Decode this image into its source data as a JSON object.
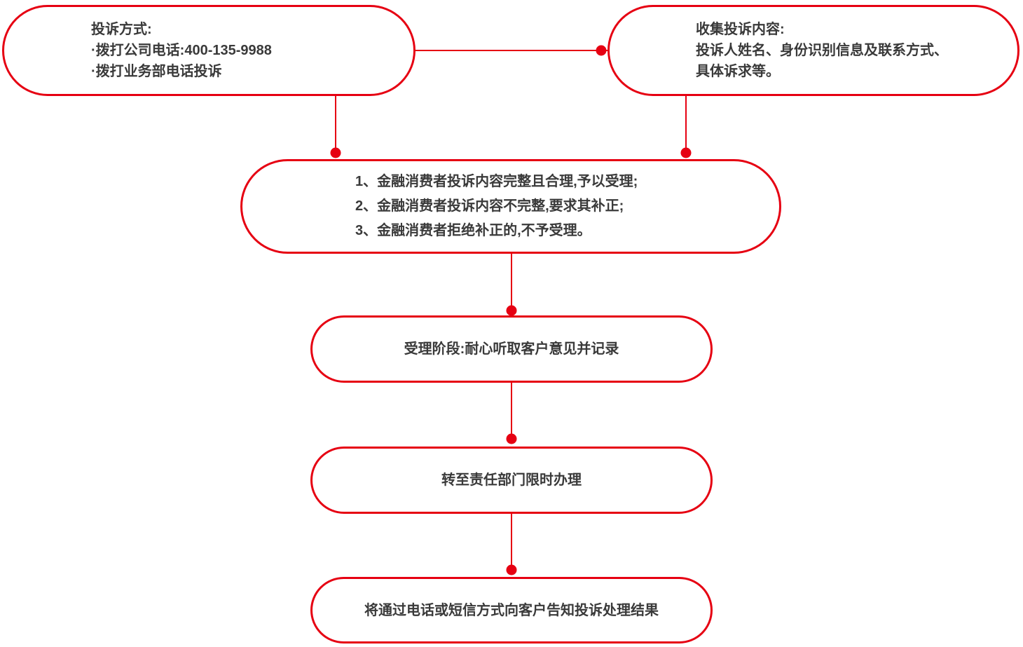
{
  "colors": {
    "accent_red": "#e60012",
    "text": "#3a3a3a",
    "background": "#ffffff"
  },
  "flowchart": {
    "type": "complaint-handling-process",
    "nodes": [
      {
        "id": "complaint-methods",
        "align": "left",
        "lines": [
          "投诉方式:",
          "·拨打公司电话:400-135-9988",
          "·拨打业务部电话投诉"
        ]
      },
      {
        "id": "collect-content",
        "align": "left",
        "lines": [
          "收集投诉内容:",
          "投诉人姓名、身份识别信息及联系方式、",
          "具体诉求等。"
        ]
      },
      {
        "id": "acceptance-rules",
        "align": "left",
        "lines": [
          "1、金融消费者投诉内容完整且合理,予以受理;",
          "2、金融消费者投诉内容不完整,要求其补正;",
          "3、金融消费者拒绝补正的,不予受理。"
        ]
      },
      {
        "id": "acceptance-stage",
        "align": "center",
        "lines": [
          "受理阶段:耐心听取客户意见并记录"
        ]
      },
      {
        "id": "transfer-department",
        "align": "center",
        "lines": [
          "转至责任部门限时办理"
        ]
      },
      {
        "id": "notify-result",
        "align": "center",
        "lines": [
          "将通过电话或短信方式向客户告知投诉处理结果"
        ]
      }
    ],
    "edges": [
      {
        "from": "complaint-methods",
        "to": "collect-content",
        "orientation": "horizontal"
      },
      {
        "from": "complaint-methods",
        "to": "acceptance-rules",
        "orientation": "vertical"
      },
      {
        "from": "collect-content",
        "to": "acceptance-rules",
        "orientation": "vertical"
      },
      {
        "from": "acceptance-rules",
        "to": "acceptance-stage",
        "orientation": "vertical"
      },
      {
        "from": "acceptance-stage",
        "to": "transfer-department",
        "orientation": "vertical"
      },
      {
        "from": "transfer-department",
        "to": "notify-result",
        "orientation": "vertical"
      }
    ]
  }
}
